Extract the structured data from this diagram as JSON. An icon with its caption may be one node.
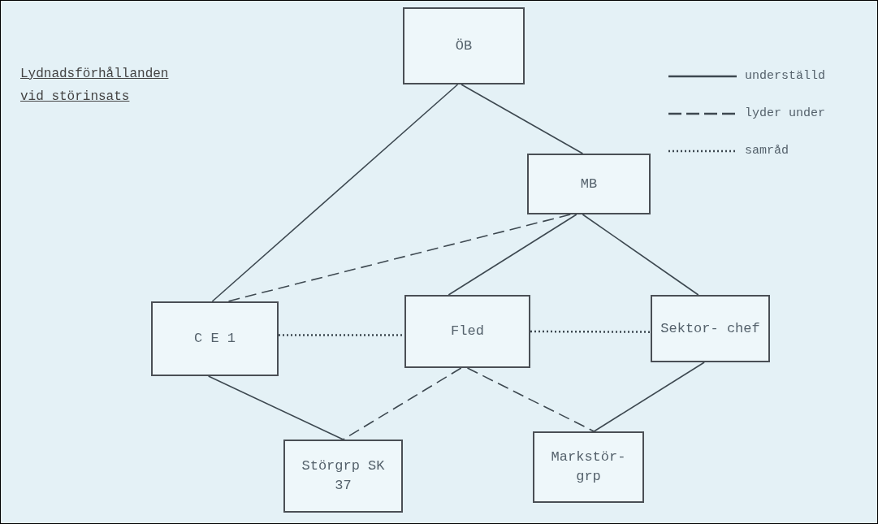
{
  "diagram": {
    "title": "Lydnadsförhållanden vid störinsats",
    "nodes": [
      {
        "text": [
          "ÖB"
        ]
      },
      {
        "text": [
          "MB"
        ]
      },
      {
        "text": [
          "C E 1"
        ]
      },
      {
        "text": [
          "Fled"
        ]
      },
      {
        "text": [
          "Sektor- chef"
        ]
      },
      {
        "text": [
          "Störgrp SK 37"
        ]
      },
      {
        "text": [
          "Markstör- grp"
        ]
      }
    ],
    "edges": [
      {
        "from": 0,
        "to": 2,
        "arrow": "none"
      },
      {
        "from": 0,
        "to": 1,
        "arrow": "none"
      },
      {
        "from": 1,
        "to": 2,
        "arrow": "none",
        "style": "dashed"
      },
      {
        "from": 1,
        "to": 3,
        "arrow": "none"
      },
      {
        "from": 1,
        "to": 4,
        "arrow": "none"
      },
      {
        "from": 2,
        "to": 3,
        "arrow": "none",
        "style": "dashed"
      },
      {
        "from": 3,
        "to": 4,
        "arrow": "none",
        "style": "dashed"
      },
      {
        "from": 2,
        "to": 5,
        "arrow": "none"
      },
      {
        "from": 3,
        "to": 5,
        "arrow": "none",
        "style": "dashed"
      },
      {
        "from": 3,
        "to": 6,
        "arrow": "none",
        "style": "dashed"
      },
      {
        "from": 4,
        "to": 6,
        "arrow": "none"
      }
    ],
    "legend": [
      {
        "text": "underställd"
      },
      {
        "text": "lyder under"
      },
      {
        "text": "samråd"
      }
    ]
  }
}
